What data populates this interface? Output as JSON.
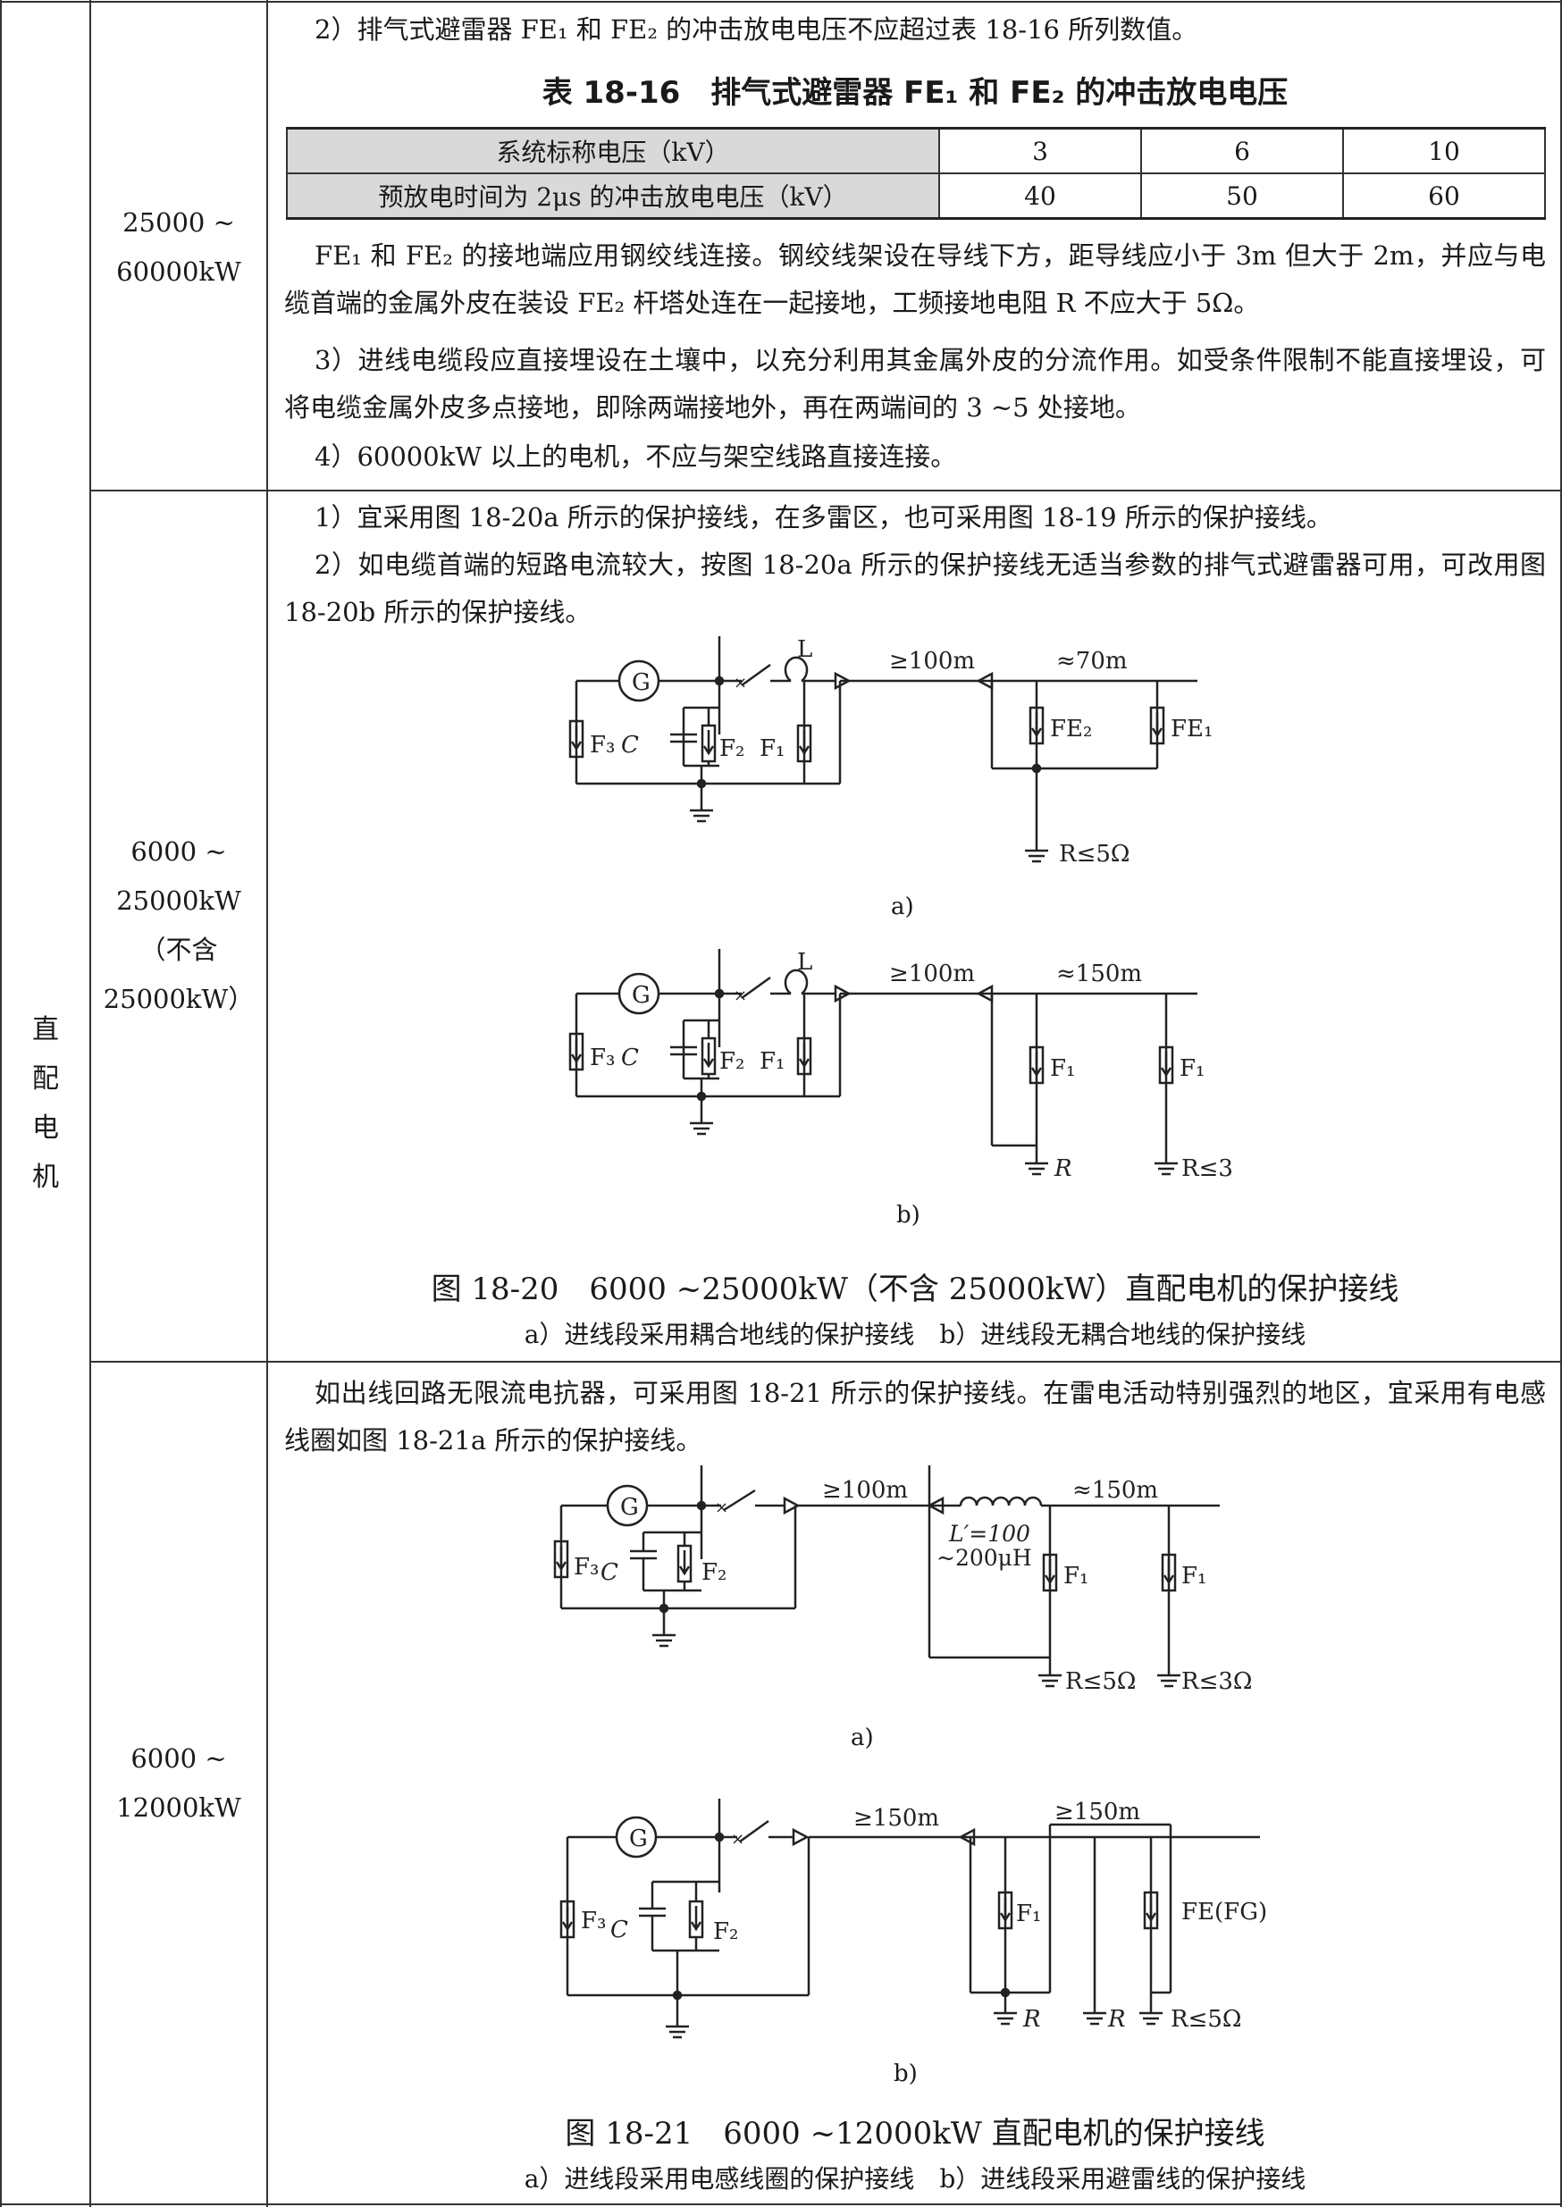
{
  "left_column": {
    "category": "直\n配\n电\n机"
  },
  "rows": [
    {
      "capacity": "25000 ~\n60000kW"
    },
    {
      "capacity": "6000 ~\n25000kW\n（不含\n25000kW）"
    },
    {
      "capacity": "6000 ~\n12000kW"
    }
  ],
  "section1": {
    "intro": "2）排气式避雷器 FE₁ 和 FE₂ 的冲击放电电压不应超过表 18-16 所列数值。",
    "table_title": "表 18-16　排气式避雷器 FE₁ 和 FE₂ 的冲击放电电压",
    "table": {
      "rows": [
        {
          "label": "系统标称电压（kV）",
          "values": [
            "3",
            "6",
            "10"
          ]
        },
        {
          "label": "预放电时间为 2μs 的冲击放电电压（kV）",
          "values": [
            "40",
            "50",
            "60"
          ]
        }
      ]
    },
    "para_a": "FE₁ 和 FE₂ 的接地端应用钢绞线连接。钢绞线架设在导线下方，距导线应小于 3m 但大于 2m，并应与电缆首端的金属外皮在装设 FE₂ 杆塔处连在一起接地，工频接地电阻 R 不应大于 5Ω。",
    "para_b": "3）进线电缆段应直接埋设在土壤中，以充分利用其金属外皮的分流作用。如受条件限制不能直接埋设，可将电缆金属外皮多点接地，即除两端接地外，再在两端间的 3 ~5 处接地。",
    "para_c": "4）60000kW 以上的电机，不应与架空线路直接连接。"
  },
  "section2": {
    "para_a": "1）宜采用图 18-20a 所示的保护接线，在多雷区，也可采用图 18-19 所示的保护接线。",
    "para_b": "2）如电缆首端的短路电流较大，按图 18-20a 所示的保护接线无适当参数的排气式避雷器可用，可改用图 18-20b 所示的保护接线。",
    "fig_a_label": "a)",
    "fig_b_label": "b)",
    "caption": "图 18-20　6000 ~25000kW（不含 25000kW）直配电机的保护接线",
    "subcaption": "a）进线段采用耦合地线的保护接线　b）进线段无耦合地线的保护接线"
  },
  "section3": {
    "para_a": "如出线回路无限流电抗器，可采用图 18-21 所示的保护接线。在雷电活动特别强烈的地区，宜采用有电感线圈如图 18-21a 所示的保护接线。",
    "fig_a_label": "a)",
    "fig_b_label": "b)",
    "caption": "图 18-21　6000 ~12000kW 直配电机的保护接线",
    "subcaption": "a）进线段采用电感线圈的保护接线　b）进线段采用避雷线的保护接线"
  },
  "circuit_labels": {
    "generator": "G",
    "inductor": "L",
    "capacitor": "C",
    "F1": "F₁",
    "F2": "F₂",
    "F3": "F₃",
    "FE1": "FE₁",
    "FE2": "FE₂",
    "FE_FG": "FE(FG)",
    "d100": "≥100m",
    "d150": "≥150m",
    "a70": "≈70m",
    "a150": "≈150m",
    "R": "R",
    "R5": "R≤5Ω",
    "R3": "R≤3Ω",
    "Lprime_1": "L′=100",
    "Lprime_2": "~200μH"
  }
}
